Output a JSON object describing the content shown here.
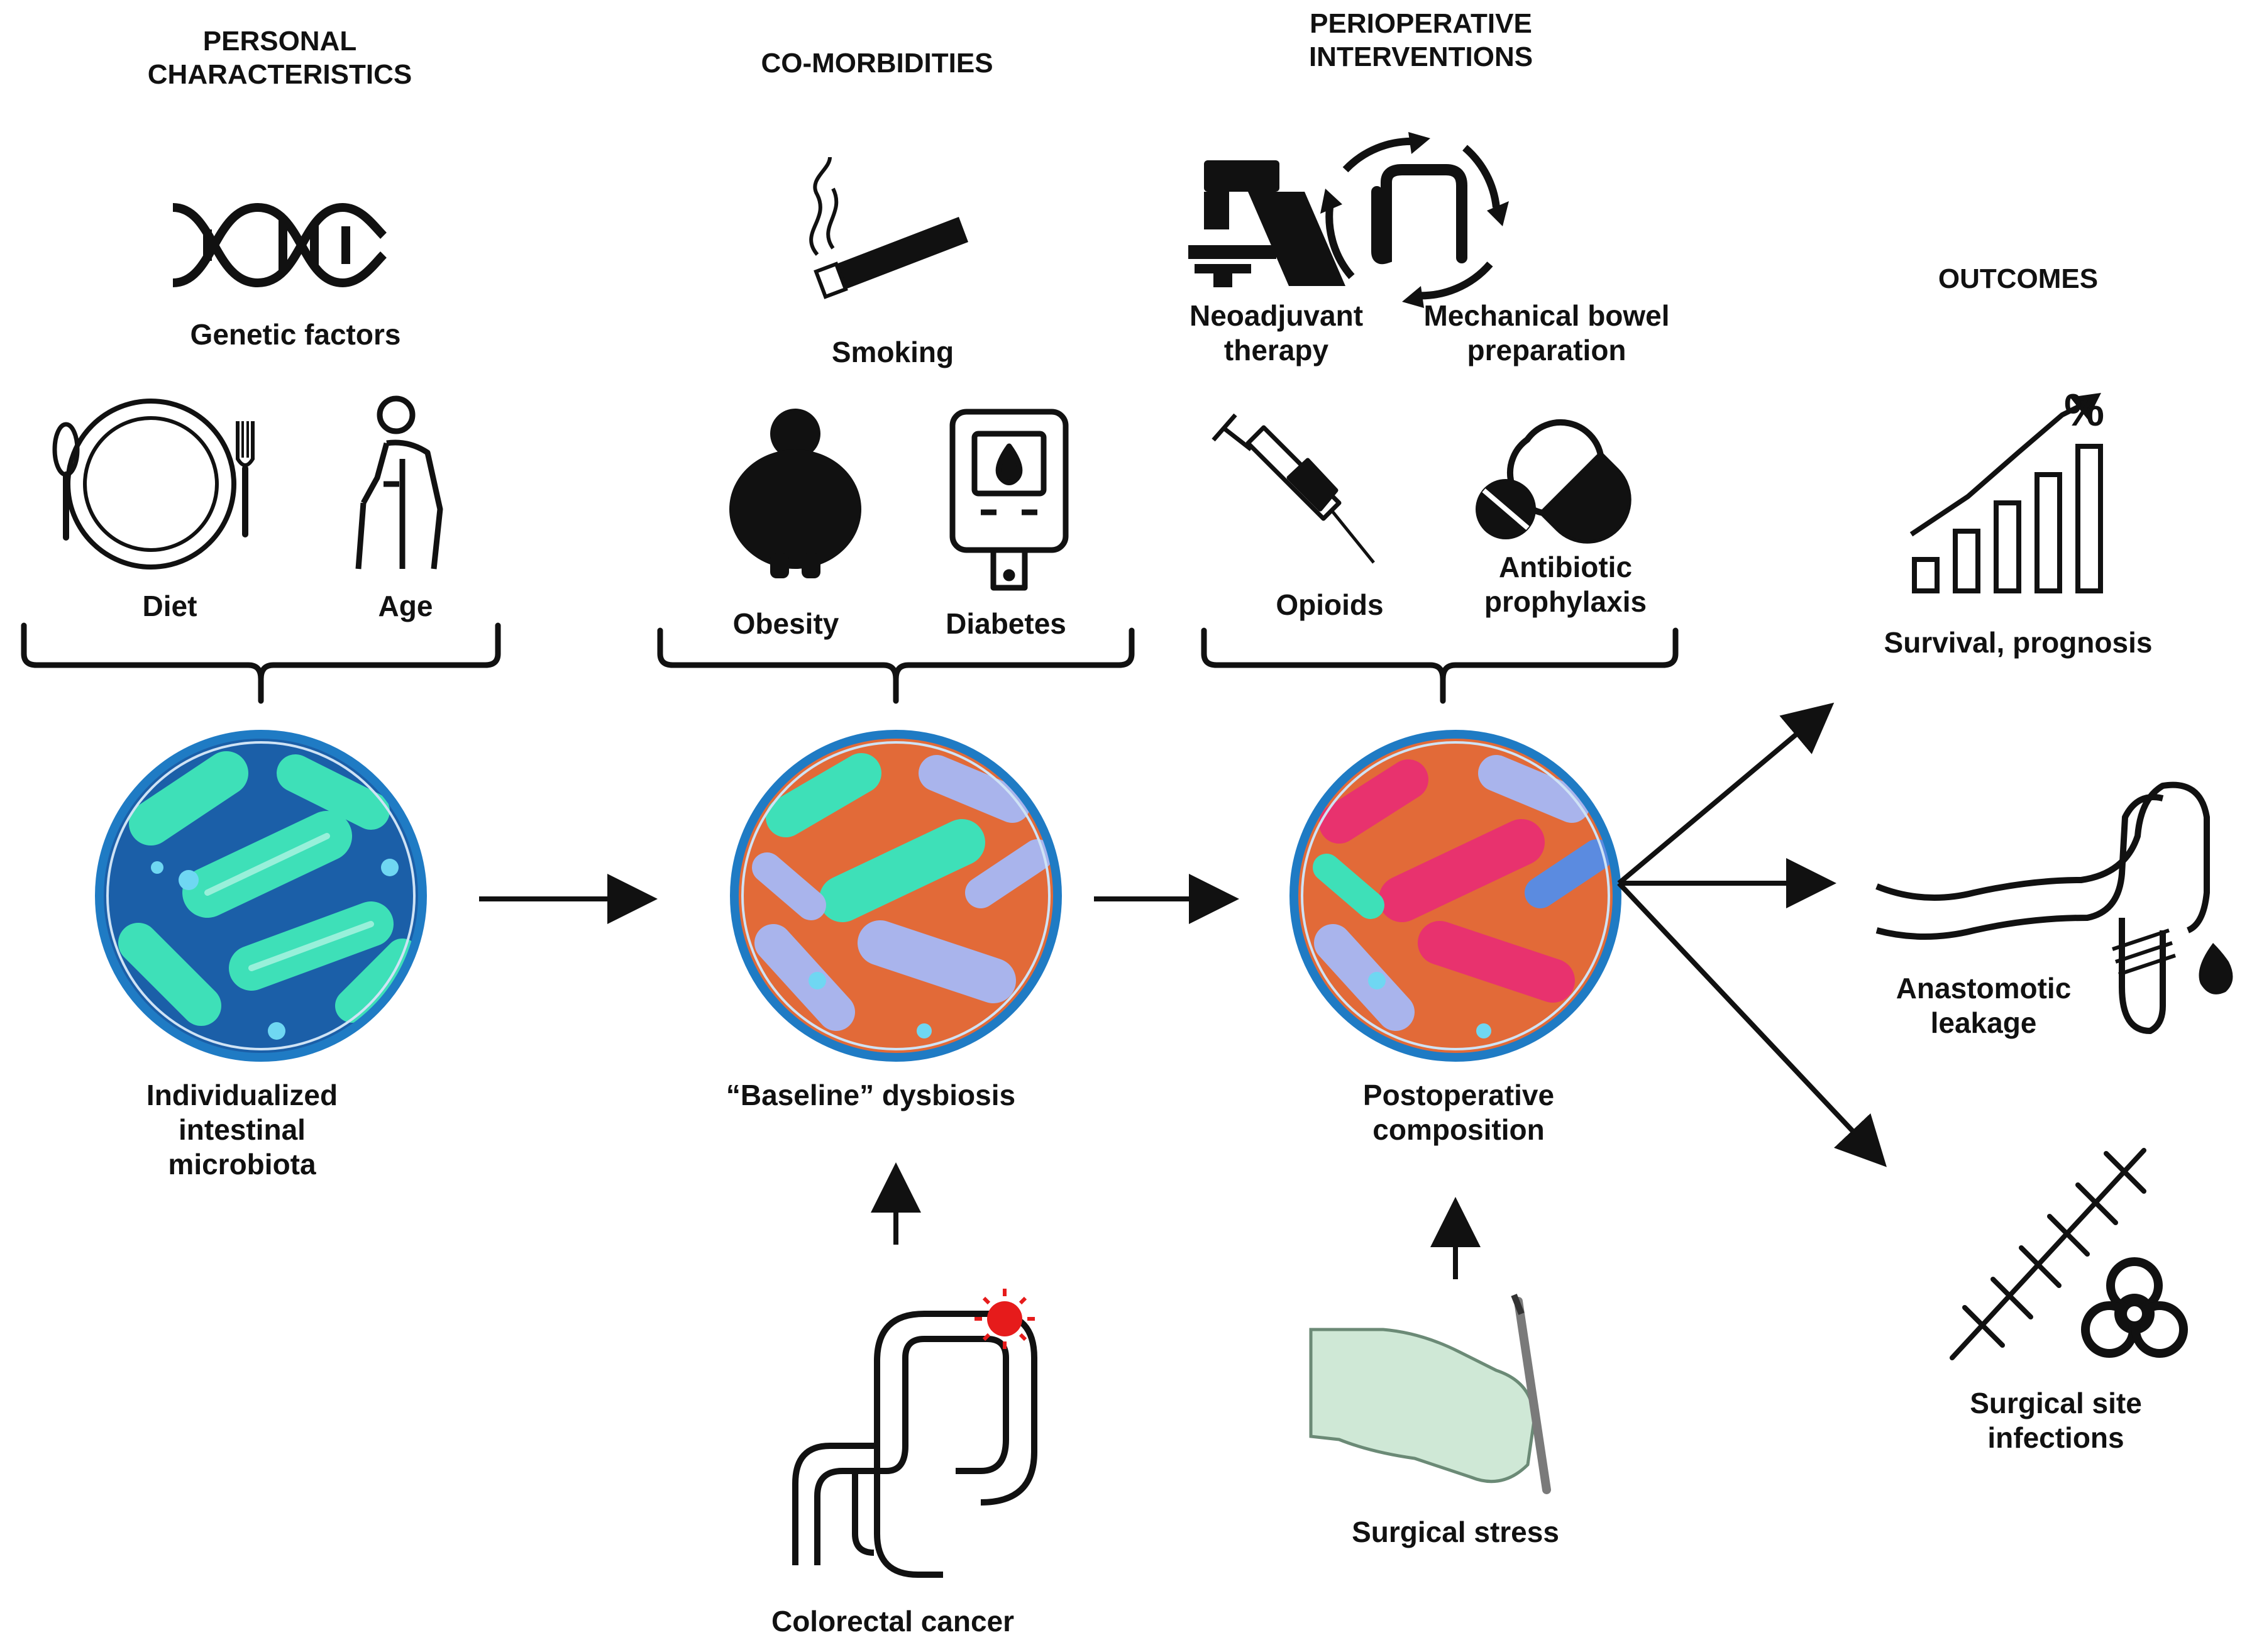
{
  "headers": {
    "personal": "PERSONAL\nCHARACTERISTICS",
    "comorbidities": "CO-MORBIDITIES",
    "perioperative": "PERIOPERATIVE\nINTERVENTIONS",
    "outcomes": "OUTCOMES"
  },
  "personal": {
    "genetic": "Genetic factors",
    "diet": "Diet",
    "age": "Age"
  },
  "comorbidities": {
    "smoking": "Smoking",
    "obesity": "Obesity",
    "diabetes": "Diabetes"
  },
  "perioperative": {
    "neoadjuvant": "Neoadjuvant\ntherapy",
    "bowel_prep": "Mechanical bowel\npreparation",
    "opioids": "Opioids",
    "antibiotic": "Antibiotic\nprophylaxis"
  },
  "stages": {
    "individualized": "Individualized\nintestinal\nmicrobiota",
    "baseline": "“Baseline” dysbiosis",
    "postoperative": "Postoperative\ncomposition"
  },
  "inputs": {
    "cancer": "Colorectal cancer",
    "stress": "Surgical stress"
  },
  "outcomes": {
    "survival": "Survival, prognosis",
    "leakage": "Anastomotic\nleakage",
    "infections": "Surgical site\ninfections",
    "percent_symbol": "%"
  },
  "colors": {
    "ring": "#1f7bc4",
    "bacteria_teal": "#3ee0b8",
    "bacteria_lavender": "#a9b4ec",
    "bacteria_pink": "#e8326e",
    "bg_blue": "#1b5fa8",
    "bg_orange": "#e26a38",
    "hand_green": "#cfe8d6",
    "tumor_red": "#e61b1b"
  }
}
